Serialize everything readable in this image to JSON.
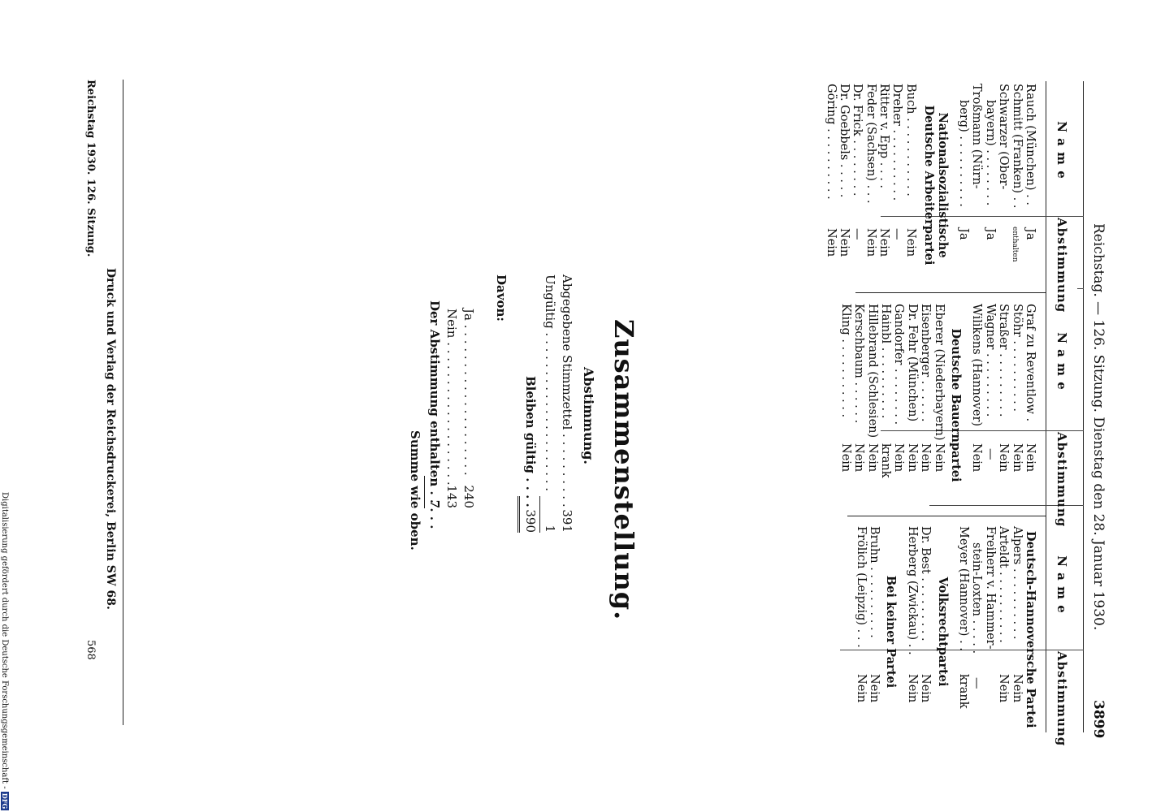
{
  "header": {
    "left": "Reichstag. — 126. Sitzung. Dienstag den 28. Januar 1930.",
    "page_number": "3899"
  },
  "column_headers": {
    "name": "N a m e",
    "vote": "Abstimmung"
  },
  "col1": [
    {
      "name": "Rauch (München) . .",
      "vote": "Ja"
    },
    {
      "name": "Schmitt (Franken) . .",
      "vote": "enthalten"
    },
    {
      "name": "Schwarzer (Ober-",
      "vote": ""
    },
    {
      "name": "bayern) . . . . . . . .",
      "vote": "Ja"
    },
    {
      "name": "Troßmann (Nürn-",
      "vote": ""
    },
    {
      "name": "berg) . . . . . . . . . .",
      "vote": "Ja"
    },
    {
      "party": "Nationalsozialistische"
    },
    {
      "party": "Deutsche Arbeiterpartei"
    },
    {
      "name": "Buch . . . . . . . . . . .",
      "vote": "Nein"
    },
    {
      "name": "Dreher . . . . . . . . . .",
      "vote": "—"
    },
    {
      "name": "Ritter v. Epp . . . .",
      "vote": "Nein"
    },
    {
      "name": "Feder (Sachsen) . . .",
      "vote": "Nein"
    },
    {
      "name": "Dr. Frick . . . . . . . .",
      "vote": "—"
    },
    {
      "name": "Dr. Goebbels . . . . .",
      "vote": "Nein"
    },
    {
      "name": "Göring . . . . . . . . . .",
      "vote": "Nein"
    }
  ],
  "col2": [
    {
      "name": "Graf zu Reventlow .",
      "vote": "Nein"
    },
    {
      "name": "Stöhr . . . . . . . . . .",
      "vote": "Nein"
    },
    {
      "name": "Straßer . . . . . . . . .",
      "vote": "Nein"
    },
    {
      "name": "Wagner . . . . . . . . .",
      "vote": "—"
    },
    {
      "name": "Wilikens (Hannover)",
      "vote": "Nein"
    },
    {
      "party": ""
    },
    {
      "party": "Deutsche Bauernpartei"
    },
    {
      "name": "Eberer (Niederbayern)",
      "vote": "Nein"
    },
    {
      "name": "Eisenberger . . . . . .",
      "vote": "Nein"
    },
    {
      "name": "Dr. Fehr (München)",
      "vote": "Nein"
    },
    {
      "name": "Gandorfer . . . . . . . .",
      "vote": "Nein"
    },
    {
      "name": "Hainbl . . . . . . . . . .",
      "vote": "krank"
    },
    {
      "name": "Hillebrand (Schlesien)",
      "vote": "Nein"
    },
    {
      "name": "Kerschbaum . . . . . .",
      "vote": "Nein"
    },
    {
      "name": "Kling . . . . . . . . . . .",
      "vote": "Nein"
    }
  ],
  "col3": [
    {
      "party": "Deutsch-Hannoversche Partei"
    },
    {
      "name": "Alpers . . . . . . . . . .",
      "vote": "Nein"
    },
    {
      "name": "Arteldt . . . . . . . . . .",
      "vote": "Nein"
    },
    {
      "name": "Freiherr v. Hammer-",
      "vote": ""
    },
    {
      "name": "stein-Loxten . . . . .",
      "vote": "—"
    },
    {
      "name": "Meyer (Hannover) . .",
      "vote": "krank"
    },
    {
      "party": ""
    },
    {
      "party": "Volksrechtpartei"
    },
    {
      "name": "Dr. Best . . . . . . . . .",
      "vote": "Nein"
    },
    {
      "name": "Herberg (Zwickau) . .",
      "vote": "Nein"
    },
    {
      "party": ""
    },
    {
      "party": "Bei keiner Partei"
    },
    {
      "name": "Bruhn . . . . . . . . . .",
      "vote": "Nein"
    },
    {
      "name": "Frölich (Leipzig) . . .",
      "vote": "Nein"
    }
  ],
  "summary": {
    "title": "Zusammenstellung.",
    "subtitle": "Abstimmung.",
    "abgegeben_label": "Abgegebene Stimmzettel . . . . . . . . . .",
    "abgegeben_value": "391",
    "ungueltig_label": "Ungültig . . . . . . . . . . . . . . . . . . . . .",
    "ungueltig_value": "1",
    "gueltig_label": "Bleiben gültig . . . .",
    "gueltig_value": "390",
    "davon_label": "Davon:",
    "ja_label": "Ja . . . . . . . . . . . . . . . . . . . .",
    "ja_value": "240",
    "nein_label": "Nein . . . . . . . . . . . . . . . . . . .",
    "nein_value": "143",
    "enthalten_label": "Der Abstimmung enthalten . . . . .",
    "enthalten_value": "7",
    "summe_label": "Summe wie oben."
  },
  "footer": {
    "imprint": "Druck und Verlag der Reichsdruckerei, Berlin SW 68.",
    "running_head": "Reichstag 1930.   126. Sitzung.",
    "sheet_number": "568"
  },
  "side_note": "Digitalisierung gefördert durch die Deutsche Forschungsgemeinschaft -",
  "side_logo": "DFG"
}
